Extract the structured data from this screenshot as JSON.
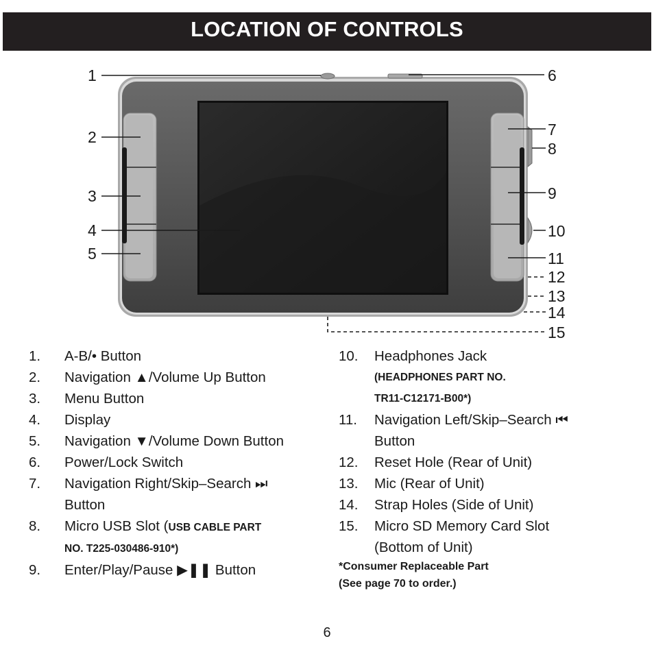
{
  "header": {
    "title": "LOCATION OF CONTROLS"
  },
  "callouts": [
    "1",
    "2",
    "3",
    "4",
    "5",
    "6",
    "7",
    "8",
    "9",
    "10",
    "11",
    "12",
    "13",
    "14",
    "15"
  ],
  "left_items": [
    {
      "num": "1.",
      "text": "A-B/• Button"
    },
    {
      "num": "2.",
      "text": "Navigation ▲/Volume Up Button"
    },
    {
      "num": "3.",
      "text": "Menu Button"
    },
    {
      "num": "4.",
      "text": "Display"
    },
    {
      "num": "5.",
      "text": "Navigation ▼/Volume Down Button"
    },
    {
      "num": "6.",
      "text": "Power/Lock Switch"
    },
    {
      "num": "7.",
      "text": "Navigation Right/Skip–Search ⏭",
      "cont": "Button"
    },
    {
      "num": "8.",
      "text": "Micro USB Slot (",
      "bold": "USB CABLE PART",
      "bold2": "NO. T225-030486-910*)"
    },
    {
      "num": "9.",
      "text": "Enter/Play/Pause ▶❚❚ Button"
    }
  ],
  "right_items": [
    {
      "num": "10.",
      "text": "Headphones Jack",
      "bold": "(HEADPHONES PART NO.",
      "bold2": "TR11-C12171-B00*)"
    },
    {
      "num": "11.",
      "text": "Navigation Left/Skip–Search ⏮",
      "cont": "Button"
    },
    {
      "num": "12.",
      "text": "Reset Hole (Rear of Unit)"
    },
    {
      "num": "13.",
      "text": "Mic (Rear of Unit)"
    },
    {
      "num": "14.",
      "text": "Strap Holes (Side of Unit)"
    },
    {
      "num": "15.",
      "text": "Micro SD Memory Card Slot",
      "cont": "(Bottom of Unit)"
    }
  ],
  "footnote": {
    "line1": "*Consumer Replaceable Part",
    "line2": "(See page 70 to order.)"
  },
  "page_number": "6"
}
